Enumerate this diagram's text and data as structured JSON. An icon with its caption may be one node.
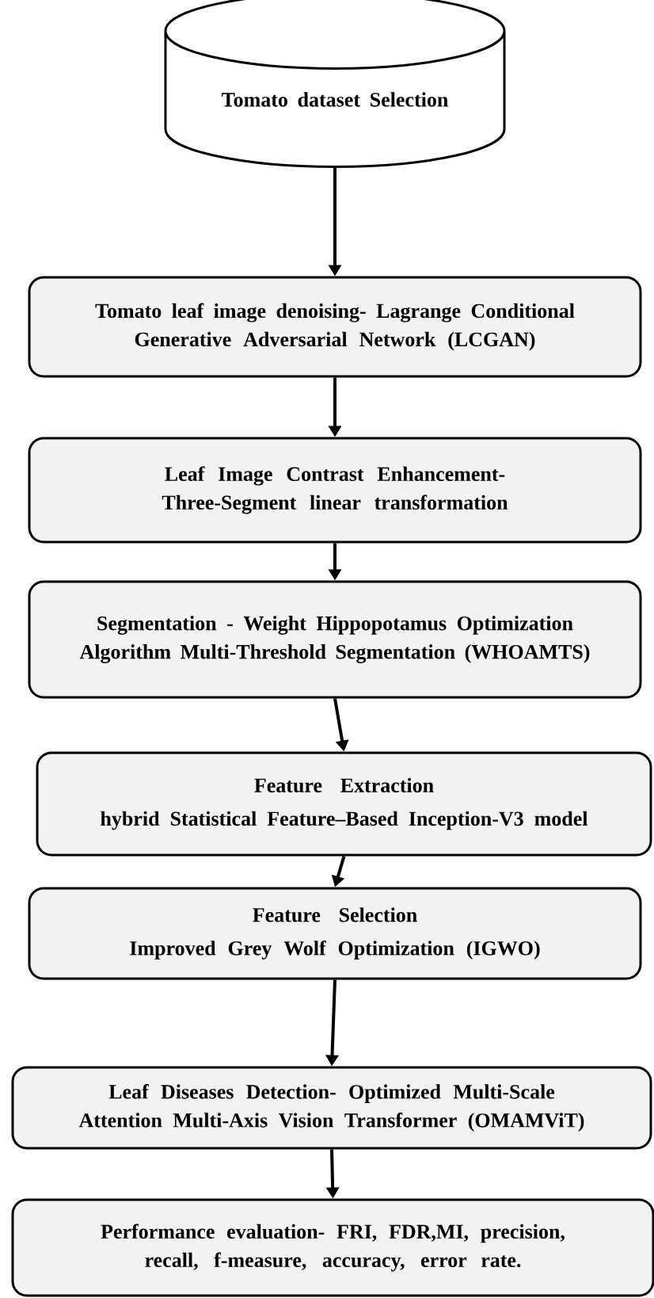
{
  "diagram": {
    "nodes": [
      {
        "text": [
          "Tomato dataset Selection"
        ]
      },
      {
        "text": [
          "Tomato leaf image denoising- Lagrange Conditional Generative Adversarial Network (LCGAN)"
        ]
      },
      {
        "text": [
          "Leaf Image Contrast Enhancement- Three-Segment linear transformation"
        ]
      },
      {
        "text": [
          "Segmentation - Weight Hippopotamus Optimization Algorithm Multi-Threshold Segmentation (WHOAMTS)"
        ]
      },
      {
        "text": [
          "Feature Extraction",
          "hybrid Statistical Feature–Based Inception-V3 model"
        ]
      },
      {
        "text": [
          "Feature Selection",
          "Improved Grey Wolf Optimization (IGWO)"
        ]
      },
      {
        "text": [
          "Leaf Diseases Detection- Optimized Multi-Scale Attention Multi-Axis Vision Transformer (OMAMViT)"
        ]
      },
      {
        "text": [
          "Performance evaluation- FRI, FDR,MI, precision, recall, f-measure, accuracy, error rate."
        ]
      }
    ],
    "edges": [
      {
        "from": 0,
        "to": 1,
        "arrow": "to"
      },
      {
        "from": 1,
        "to": 2,
        "arrow": "to"
      },
      {
        "from": 2,
        "to": 3,
        "arrow": "to"
      },
      {
        "from": 3,
        "to": 4,
        "arrow": "to"
      },
      {
        "from": 4,
        "to": 5,
        "arrow": "to"
      },
      {
        "from": 5,
        "to": 6,
        "arrow": "to"
      },
      {
        "from": 6,
        "to": 7,
        "arrow": "to"
      }
    ]
  }
}
